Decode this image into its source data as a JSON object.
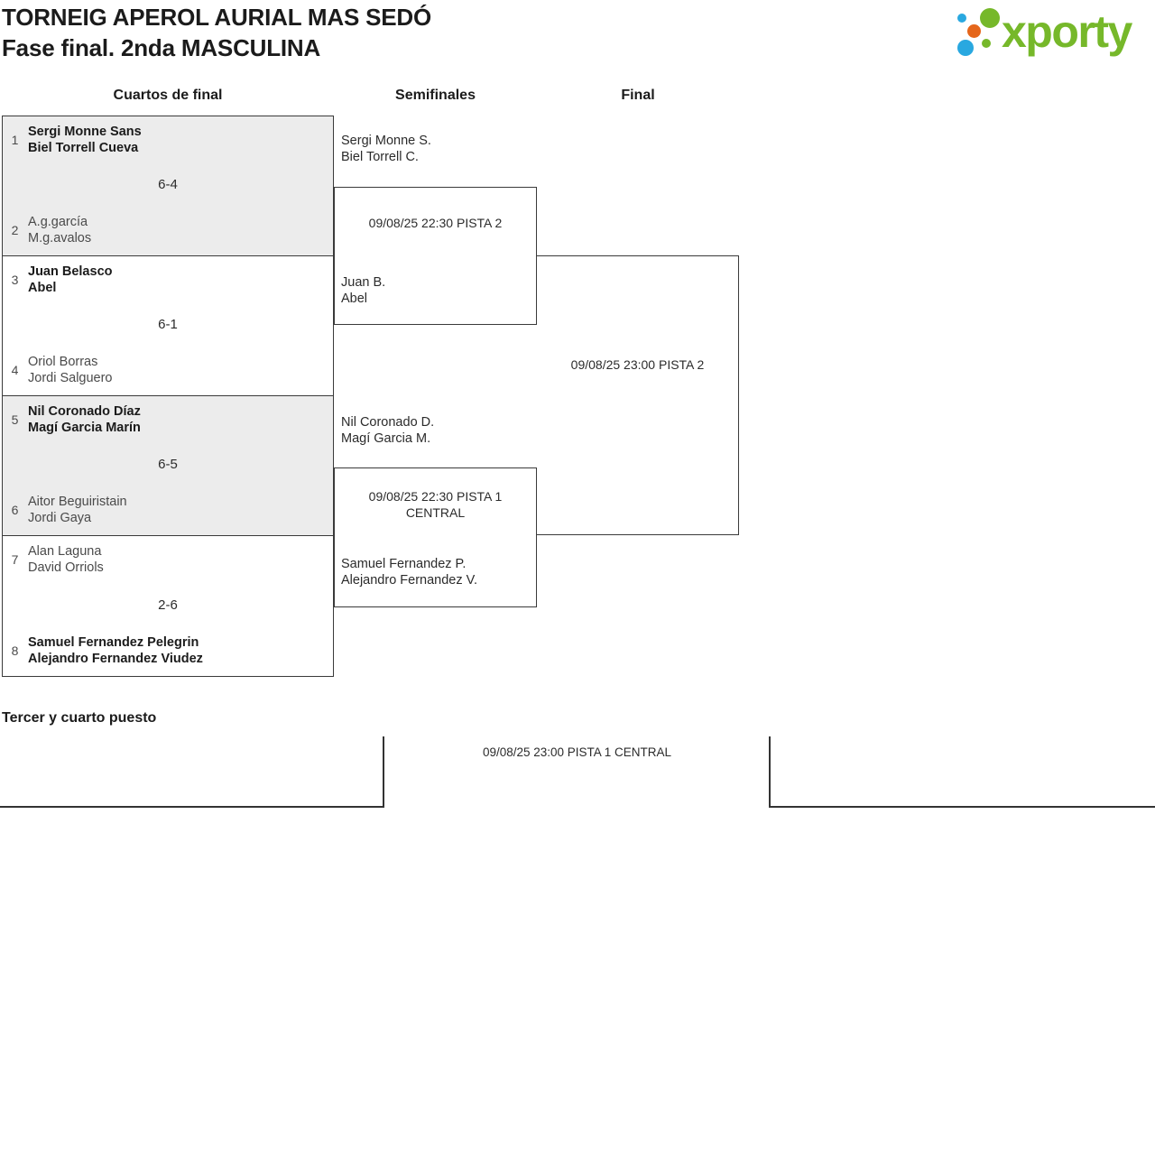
{
  "page": {
    "title_line1": "TORNEIG APEROL AURIAL MAS SEDÓ",
    "title_line2": "Fase final. 2nda MASCULINA"
  },
  "logo": {
    "text": "xporty",
    "green": "#76b82a",
    "blue": "#29a8e0",
    "orange": "#e5661b"
  },
  "columns": {
    "quarterfinals": "Cuartos de final",
    "semifinals": "Semifinales",
    "final": "Final"
  },
  "quarterfinals": [
    {
      "top": {
        "seed": "1",
        "player1": "Sergi Monne Sans",
        "player2": "Biel Torrell Cueva"
      },
      "score": "6-4",
      "bottom": {
        "seed": "2",
        "player1": "A.g.garcía",
        "player2": "M.g.avalos"
      }
    },
    {
      "top": {
        "seed": "3",
        "player1": "Juan Belasco",
        "player2": "Abel"
      },
      "score": "6-1",
      "bottom": {
        "seed": "4",
        "player1": "Oriol Borras",
        "player2": "Jordi Salguero"
      }
    },
    {
      "top": {
        "seed": "5",
        "player1": "Nil Coronado Díaz",
        "player2": "Magí Garcia Marín"
      },
      "score": "6-5",
      "bottom": {
        "seed": "6",
        "player1": "Aitor Beguiristain",
        "player2": "Jordi Gaya"
      }
    },
    {
      "top": {
        "seed": "7",
        "player1": "Alan Laguna",
        "player2": "David Orriols"
      },
      "score": "2-6",
      "bottom": {
        "seed": "8",
        "player1": "Samuel Fernandez Pelegrin",
        "player2": "Alejandro Fernandez Viudez"
      }
    }
  ],
  "semifinals": [
    {
      "team1": {
        "player1": "Sergi Monne S.",
        "player2": "Biel Torrell C."
      },
      "schedule": "09/08/25 22:30 PISTA 2",
      "team2": {
        "player1": "Juan B.",
        "player2": "Abel"
      }
    },
    {
      "team1": {
        "player1": "Nil Coronado D.",
        "player2": "Magí Garcia M."
      },
      "schedule_line1": "09/08/25 22:30 PISTA 1",
      "schedule_line2": "CENTRAL",
      "team2": {
        "player1": "Samuel Fernandez P.",
        "player2": "Alejandro Fernandez V."
      }
    }
  ],
  "final": {
    "schedule": "09/08/25 23:00 PISTA 2"
  },
  "third_place": {
    "heading": "Tercer y cuarto puesto",
    "schedule": "09/08/25 23:00 PISTA 1 CENTRAL"
  }
}
